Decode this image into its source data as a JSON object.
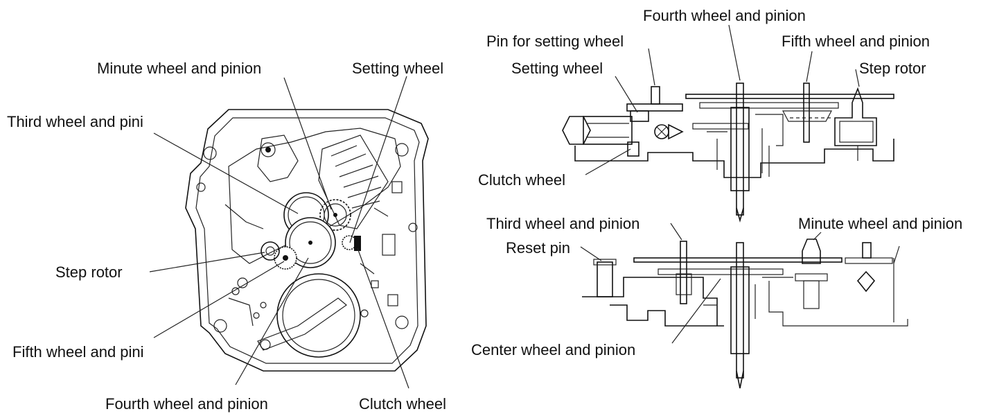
{
  "left_view": {
    "labels": {
      "minute_wheel": "Minute wheel and pinion",
      "setting_wheel": "Setting wheel",
      "third_wheel": "Third wheel and pini",
      "step_rotor": "Step rotor",
      "fifth_wheel": "Fifth wheel and pini",
      "fourth_wheel": "Fourth wheel and pinion",
      "clutch_wheel": "Clutch wheel"
    }
  },
  "right_top_view": {
    "labels": {
      "fourth_wheel": "Fourth wheel and pinion",
      "pin_setting_wheel": "Pin for setting wheel",
      "fifth_wheel": "Fifth wheel and pinion",
      "setting_wheel": "Setting wheel",
      "step_rotor": "Step rotor",
      "clutch_wheel": "Clutch wheel"
    }
  },
  "right_bottom_view": {
    "labels": {
      "third_wheel": "Third wheel and pinion",
      "minute_wheel": "Minute wheel and pinion",
      "reset_pin": "Reset pin",
      "center_wheel": "Center wheel and pinion"
    }
  }
}
